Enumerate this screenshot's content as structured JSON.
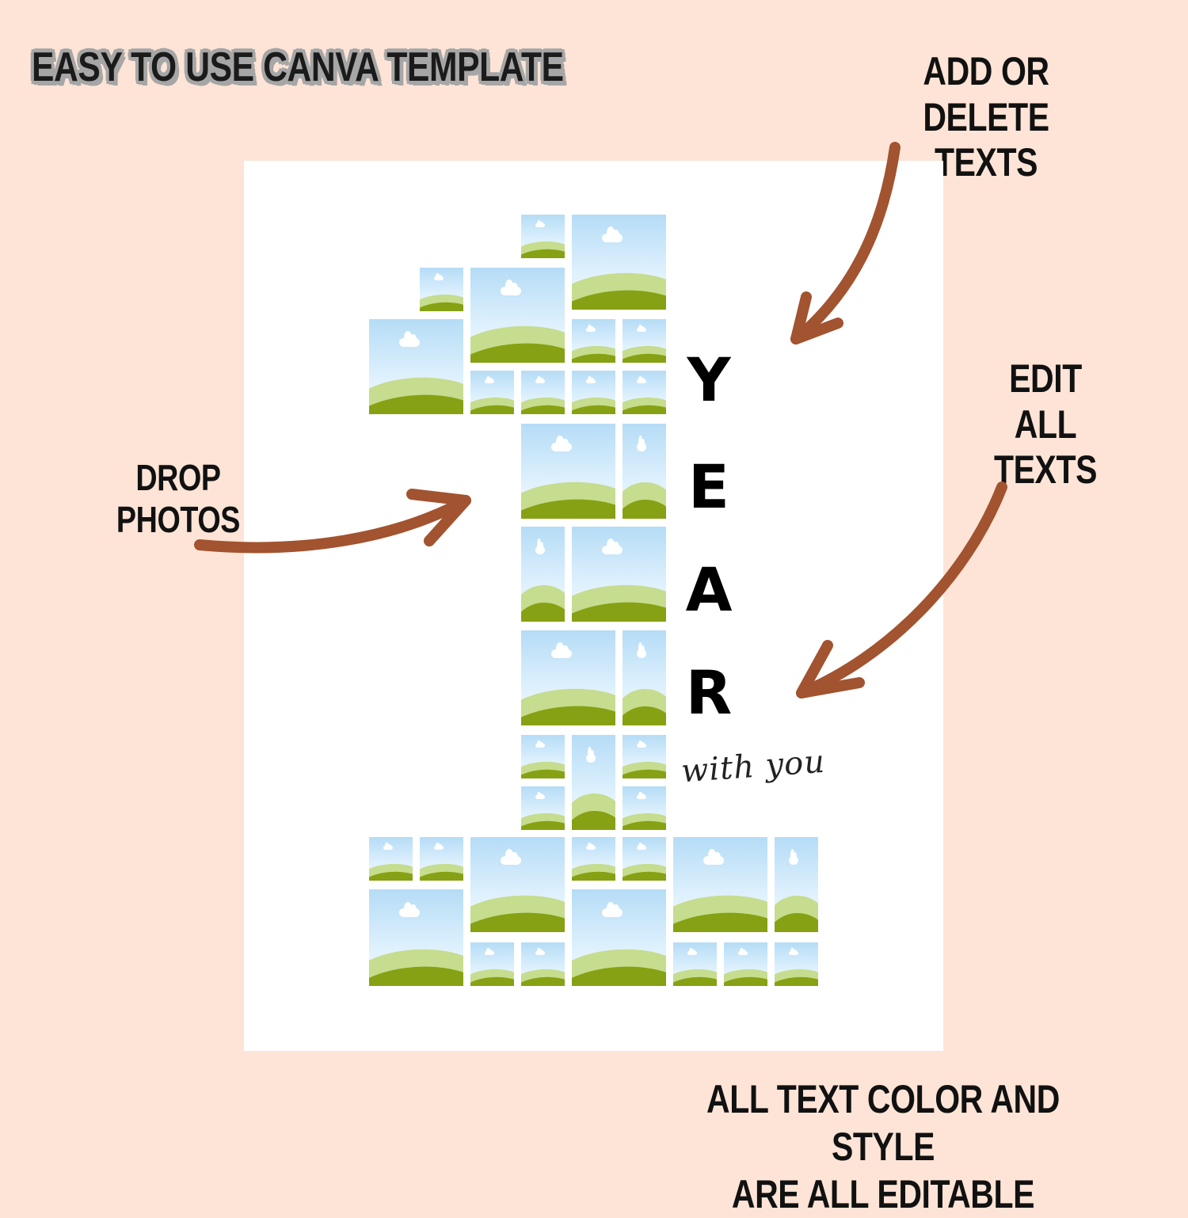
{
  "headline": "EASY TO USE CANVA TEMPLATE",
  "callouts": {
    "add_delete": [
      "ADD OR DELETE",
      "TEXTS"
    ],
    "edit_all": [
      "EDIT",
      "ALL TEXTS"
    ],
    "drop_photos": "DROP PHOTOS",
    "editable": [
      "ALL TEXT COLOR AND STYLE",
      "ARE ALL EDITABLE"
    ]
  },
  "template": {
    "year_letters": [
      "Y",
      "E",
      "A",
      "R"
    ],
    "script_text": "with you"
  },
  "colors": {
    "background": "#fde4d6",
    "arrow": "#a2532f",
    "canvas": "#ffffff",
    "grass": "#86a113"
  },
  "icons": [
    "arrow-icon",
    "photo-placeholder-icon"
  ]
}
